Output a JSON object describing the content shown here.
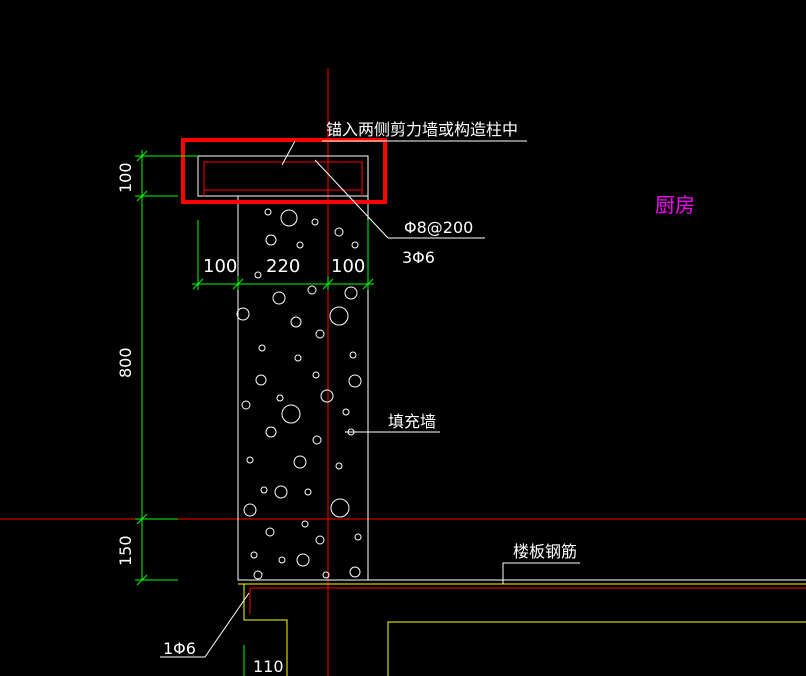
{
  "labels": {
    "anchor_note": "锚入两侧剪力墙或构造柱中",
    "stirrup": "Φ8@200",
    "longbar": "3Φ6",
    "room": "厨房",
    "infill_wall": "填充墙",
    "slab_rebar": "楼板钢筋",
    "bottom_bar": "1Φ6"
  },
  "dims": {
    "d100_top": "100",
    "d800": "800",
    "d150": "150",
    "w100_left": "100",
    "w220": "220",
    "w100_right": "100",
    "d110": "110"
  },
  "colors": {
    "background": "#000000",
    "dimension": "#00ff00",
    "outline": "#ffffff",
    "rebar": "#ff0000",
    "slab": "#ffff00",
    "highlight": "#ff0000",
    "room_text": "#ff00ff"
  }
}
